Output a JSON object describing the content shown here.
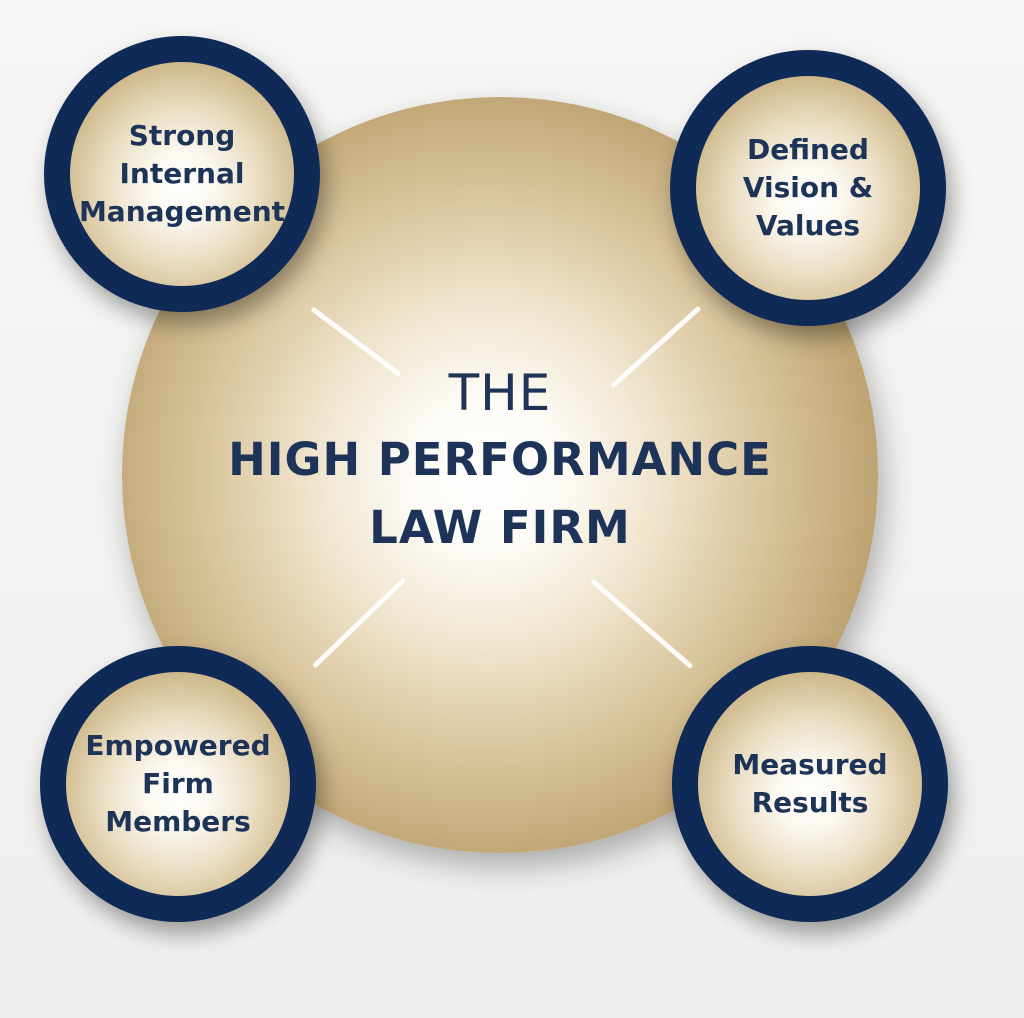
{
  "center": {
    "line1": "THE",
    "line2": "HIGH PERFORMANCE",
    "line3": "LAW FIRM"
  },
  "nodes": [
    {
      "id": "top-left",
      "label": "Strong\nInternal\nManagement"
    },
    {
      "id": "top-right",
      "label": "Defined\nVision &\nValues"
    },
    {
      "id": "bottom-left",
      "label": "Empowered\nFirm\nMembers"
    },
    {
      "id": "bottom-right",
      "label": "Measured\nResults"
    }
  ],
  "colors": {
    "navy": "#0f2a56",
    "text": "#1d3358",
    "gold": "#bea372"
  }
}
